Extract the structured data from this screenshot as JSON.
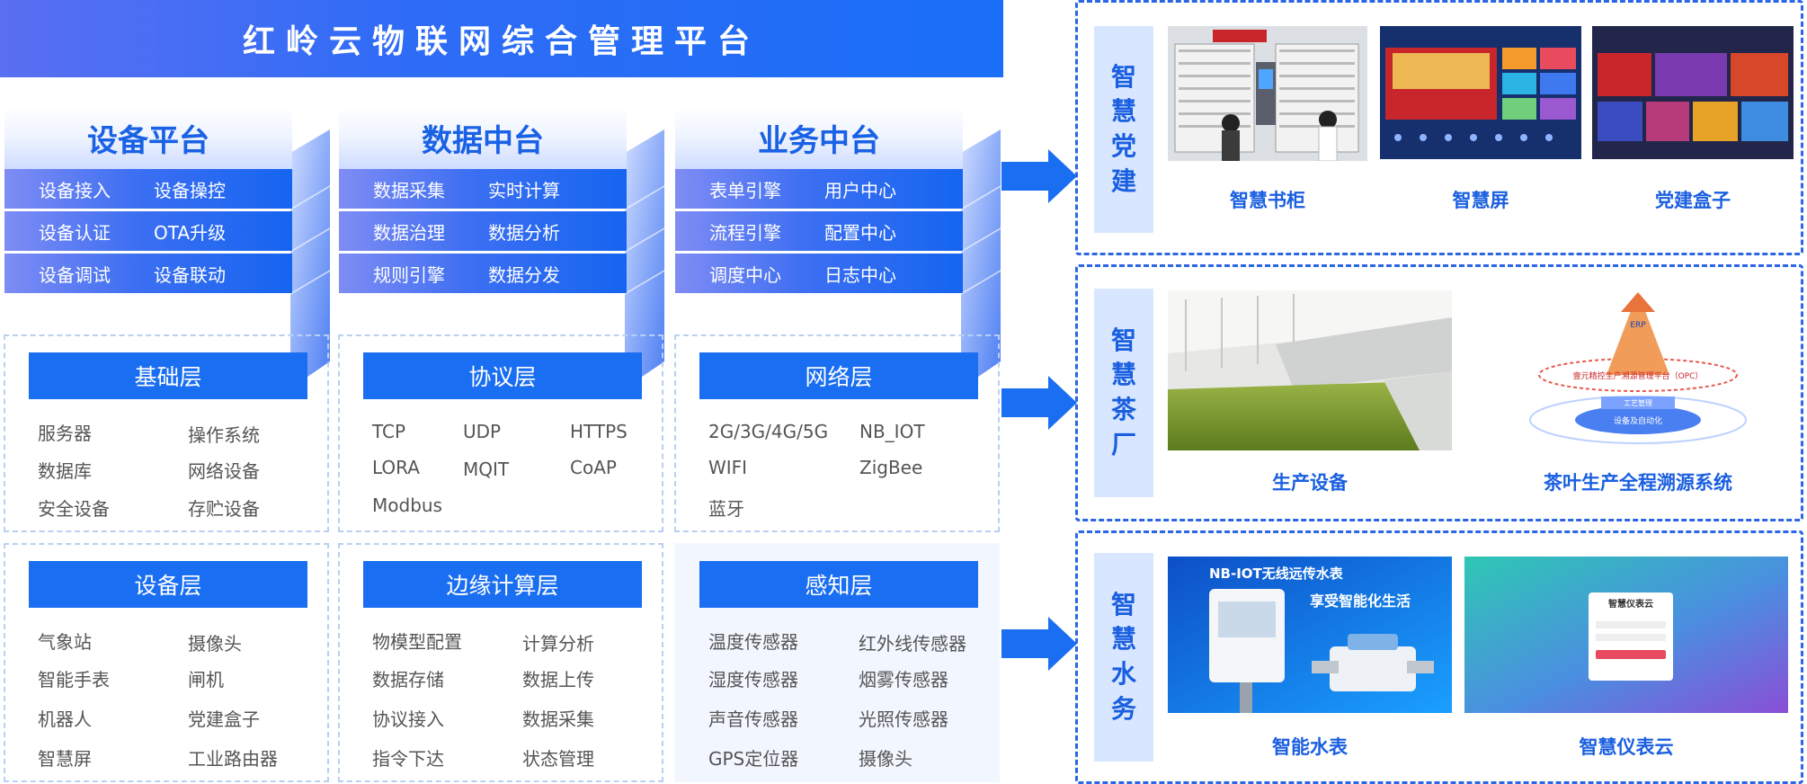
{
  "title": "红岭云物联网综合管理平台",
  "platforms": [
    {
      "title": "设备平台",
      "rows": [
        [
          "设备接入",
          "设备操控"
        ],
        [
          "设备认证",
          "OTA升级"
        ],
        [
          "设备调试",
          "设备联动"
        ]
      ]
    },
    {
      "title": "数据中台",
      "rows": [
        [
          "数据采集",
          "实时计算"
        ],
        [
          "数据治理",
          "数据分析"
        ],
        [
          "规则引擎",
          "数据分发"
        ]
      ]
    },
    {
      "title": "业务中台",
      "rows": [
        [
          "表单引擎",
          "用户中心"
        ],
        [
          "流程引擎",
          "配置中心"
        ],
        [
          "调度中心",
          "日志中心"
        ]
      ]
    }
  ],
  "layers": [
    {
      "title": "基础层",
      "items": [
        "服务器",
        "操作系统",
        "数据库",
        "网络设备",
        "安全设备",
        "存贮设备"
      ]
    },
    {
      "title": "协议层",
      "items": [
        "TCP",
        "UDP",
        "HTTPS",
        "LORA",
        "MQIT",
        "CoAP",
        "Modbus"
      ]
    },
    {
      "title": "网络层",
      "items": [
        "2G/3G/4G/5G",
        "NB_IOT",
        "WIFI",
        "ZigBee",
        "蓝牙"
      ]
    },
    {
      "title": "设备层",
      "items": [
        "气象站",
        "摄像头",
        "智能手表",
        "闸机",
        "机器人",
        "党建盒子",
        "智慧屏",
        "工业路由器"
      ]
    },
    {
      "title": "边缘计算层",
      "items": [
        "物模型配置",
        "计算分析",
        "数据存储",
        "数据上传",
        "协议接入",
        "数据采集",
        "指令下达",
        "状态管理"
      ]
    },
    {
      "title": "感知层",
      "items": [
        "温度传感器",
        "红外线传感器",
        "湿度传感器",
        "烟雾传感器",
        "声音传感器",
        "光照传感器",
        "GPS定位器",
        "摄像头"
      ]
    }
  ],
  "panels": [
    {
      "label": [
        "智",
        "慧",
        "党",
        "建"
      ],
      "captions": [
        "智慧书柜",
        "智慧屏",
        "党建盒子"
      ]
    },
    {
      "label": [
        "智",
        "慧",
        "茶",
        "厂"
      ],
      "captions": [
        "生产设备",
        "茶叶生产全程溯源系统"
      ],
      "diagram_text": {
        "top": "ERP",
        "mid": "壹元精控生产溯源管理平台（OPC）",
        "box": "设备及自动化",
        "work": "工艺管理"
      }
    },
    {
      "label": [
        "智",
        "慧",
        "水",
        "务"
      ],
      "captions": [
        "智能水表",
        "智慧仪表云"
      ],
      "meter_text": {
        "headline": "NB-IOT无线远传水表",
        "slogan": "享受智能化生活"
      },
      "cloud_text": {
        "title": "智慧仪表云"
      }
    }
  ],
  "colors": {
    "accent": "#1a6ef2",
    "banner": "#2f6cf6",
    "caption": "#1a5fe0",
    "dash": "#2a66e6",
    "vlabel_bg": "#d8e7ff"
  }
}
